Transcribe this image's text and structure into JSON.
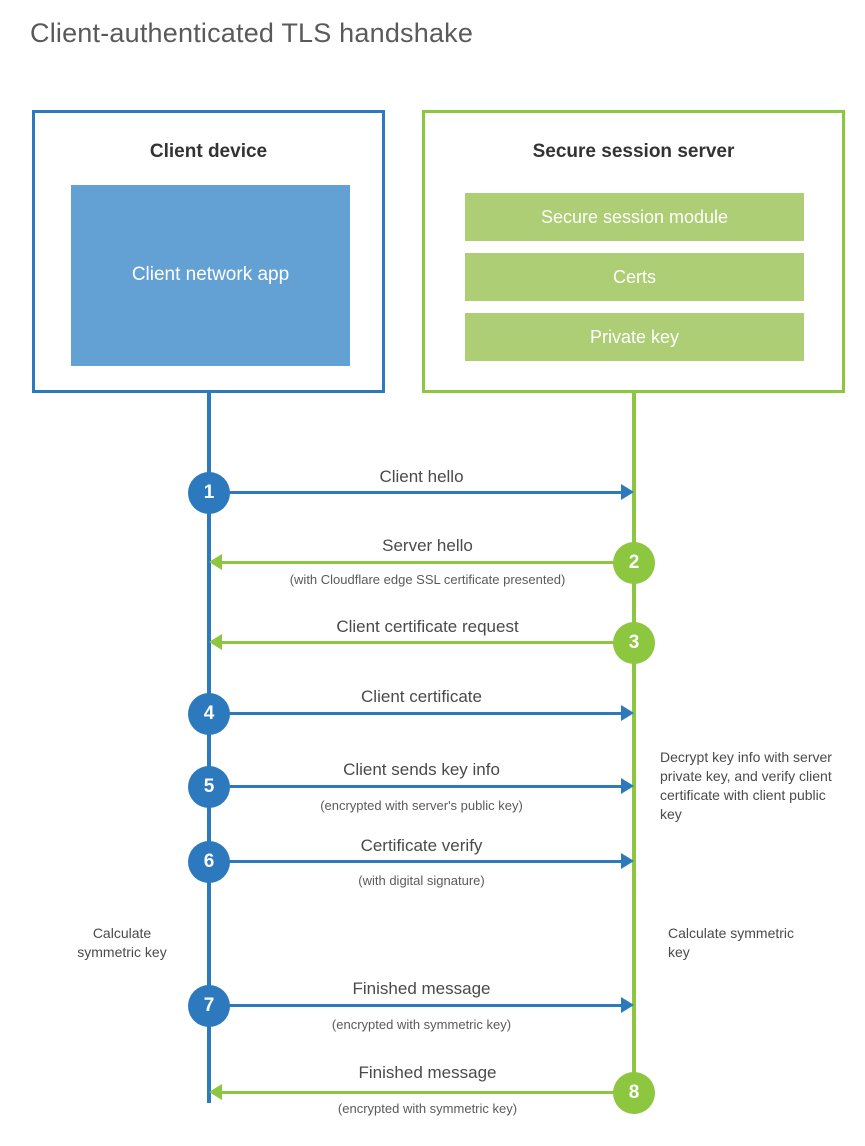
{
  "diagram": {
    "title": "Client-authenticated TLS handshake",
    "colors": {
      "client_blue": "#2d79bd",
      "client_app_fill": "#63a0d4",
      "server_green": "#8dc63f",
      "server_block_fill": "#adce74",
      "text": "#4a4a4a",
      "background": "#ffffff"
    },
    "parties": {
      "client": {
        "title": "Client device",
        "blocks": [
          "Client network app"
        ]
      },
      "server": {
        "title": "Secure session server",
        "blocks": [
          "Secure session module",
          "Certs",
          "Private key"
        ]
      }
    },
    "steps": [
      {
        "number": "1",
        "label": "Client hello",
        "sublabel": "",
        "direction": "client-to-server",
        "color": "blue"
      },
      {
        "number": "2",
        "label": "Server hello",
        "sublabel": "(with Cloudflare edge SSL certificate presented)",
        "direction": "server-to-client",
        "color": "green"
      },
      {
        "number": "3",
        "label": "Client certificate request",
        "sublabel": "",
        "direction": "server-to-client",
        "color": "green"
      },
      {
        "number": "4",
        "label": "Client certificate",
        "sublabel": "",
        "direction": "client-to-server",
        "color": "blue"
      },
      {
        "number": "5",
        "label": "Client sends key info",
        "sublabel": "(encrypted with server's public key)",
        "direction": "client-to-server",
        "color": "blue"
      },
      {
        "number": "6",
        "label": "Certificate verify",
        "sublabel": "(with digital signature)",
        "direction": "client-to-server",
        "color": "blue"
      },
      {
        "number": "7",
        "label": "Finished message",
        "sublabel": "(encrypted with symmetric key)",
        "direction": "client-to-server",
        "color": "blue"
      },
      {
        "number": "8",
        "label": "Finished message",
        "sublabel": "(encrypted with symmetric key)",
        "direction": "server-to-client",
        "color": "green"
      }
    ],
    "notes": {
      "server_decrypt": "Decrypt key info with server private key, and verify client certificate with client public key",
      "client_calculate": "Calculate symmetric key",
      "server_calculate": "Calculate symmetric key"
    }
  }
}
